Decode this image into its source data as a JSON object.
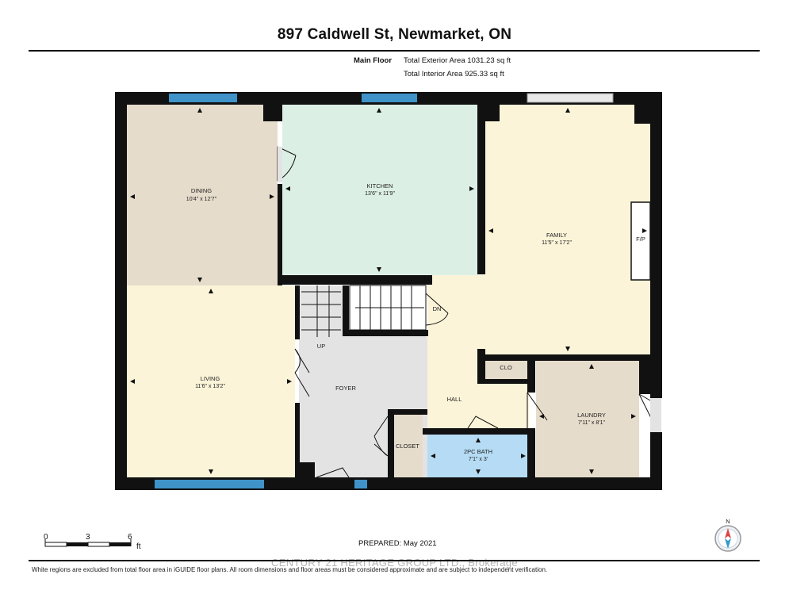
{
  "header": {
    "title": "897 Caldwell St, Newmarket, ON",
    "floor_label": "Main Floor",
    "exterior_area": "Total Exterior Area 1031.23 sq ft",
    "interior_area": "Total Interior Area 925.33 sq ft"
  },
  "rooms": {
    "dining": {
      "name": "DINING",
      "dims": "10'4\" x 12'7\""
    },
    "kitchen": {
      "name": "KITCHEN",
      "dims": "13'6\" x 11'9\""
    },
    "family": {
      "name": "FAMILY",
      "dims": "11'5\" x 17'2\""
    },
    "living": {
      "name": "LIVING",
      "dims": "11'6\" x 13'2\""
    },
    "foyer": {
      "name": "FOYER"
    },
    "hall": {
      "name": "HALL"
    },
    "laundry": {
      "name": "LAUNDRY",
      "dims": "7'11\" x 8'1\""
    },
    "bath": {
      "name": "2PC BATH",
      "dims": "7'1\" x 3'"
    },
    "closet": {
      "name": "CLOSET"
    },
    "clo": {
      "name": "CLO"
    },
    "fireplace": {
      "name": "F/P"
    },
    "stairs_up": {
      "name": "UP"
    },
    "stairs_down": {
      "name": "DN"
    }
  },
  "colors": {
    "dining": "#e6dccb",
    "kitchen": "#dcefe5",
    "family": "#fbf4d8",
    "living": "#fbf4d8",
    "circulation": "#e3e3e3",
    "hall": "#fbf4d8",
    "laundry": "#e6dccb",
    "bath": "#b5dcf4",
    "closet": "#e6dccb",
    "window": "#3f93c9",
    "wall": "#111111"
  },
  "scale": {
    "ticks": [
      "0",
      "3",
      "6"
    ],
    "unit": "ft"
  },
  "compass": {
    "label": "N"
  },
  "footer": {
    "prepared": "PREPARED: May 2021",
    "note": "White regions are excluded from total floor area in iGUIDE floor plans. All room dimensions and floor areas must be considered approximate and are subject to independent verification.",
    "watermark": "CENTURY 21 HERITAGE GROUP LTD., Brokerage"
  }
}
